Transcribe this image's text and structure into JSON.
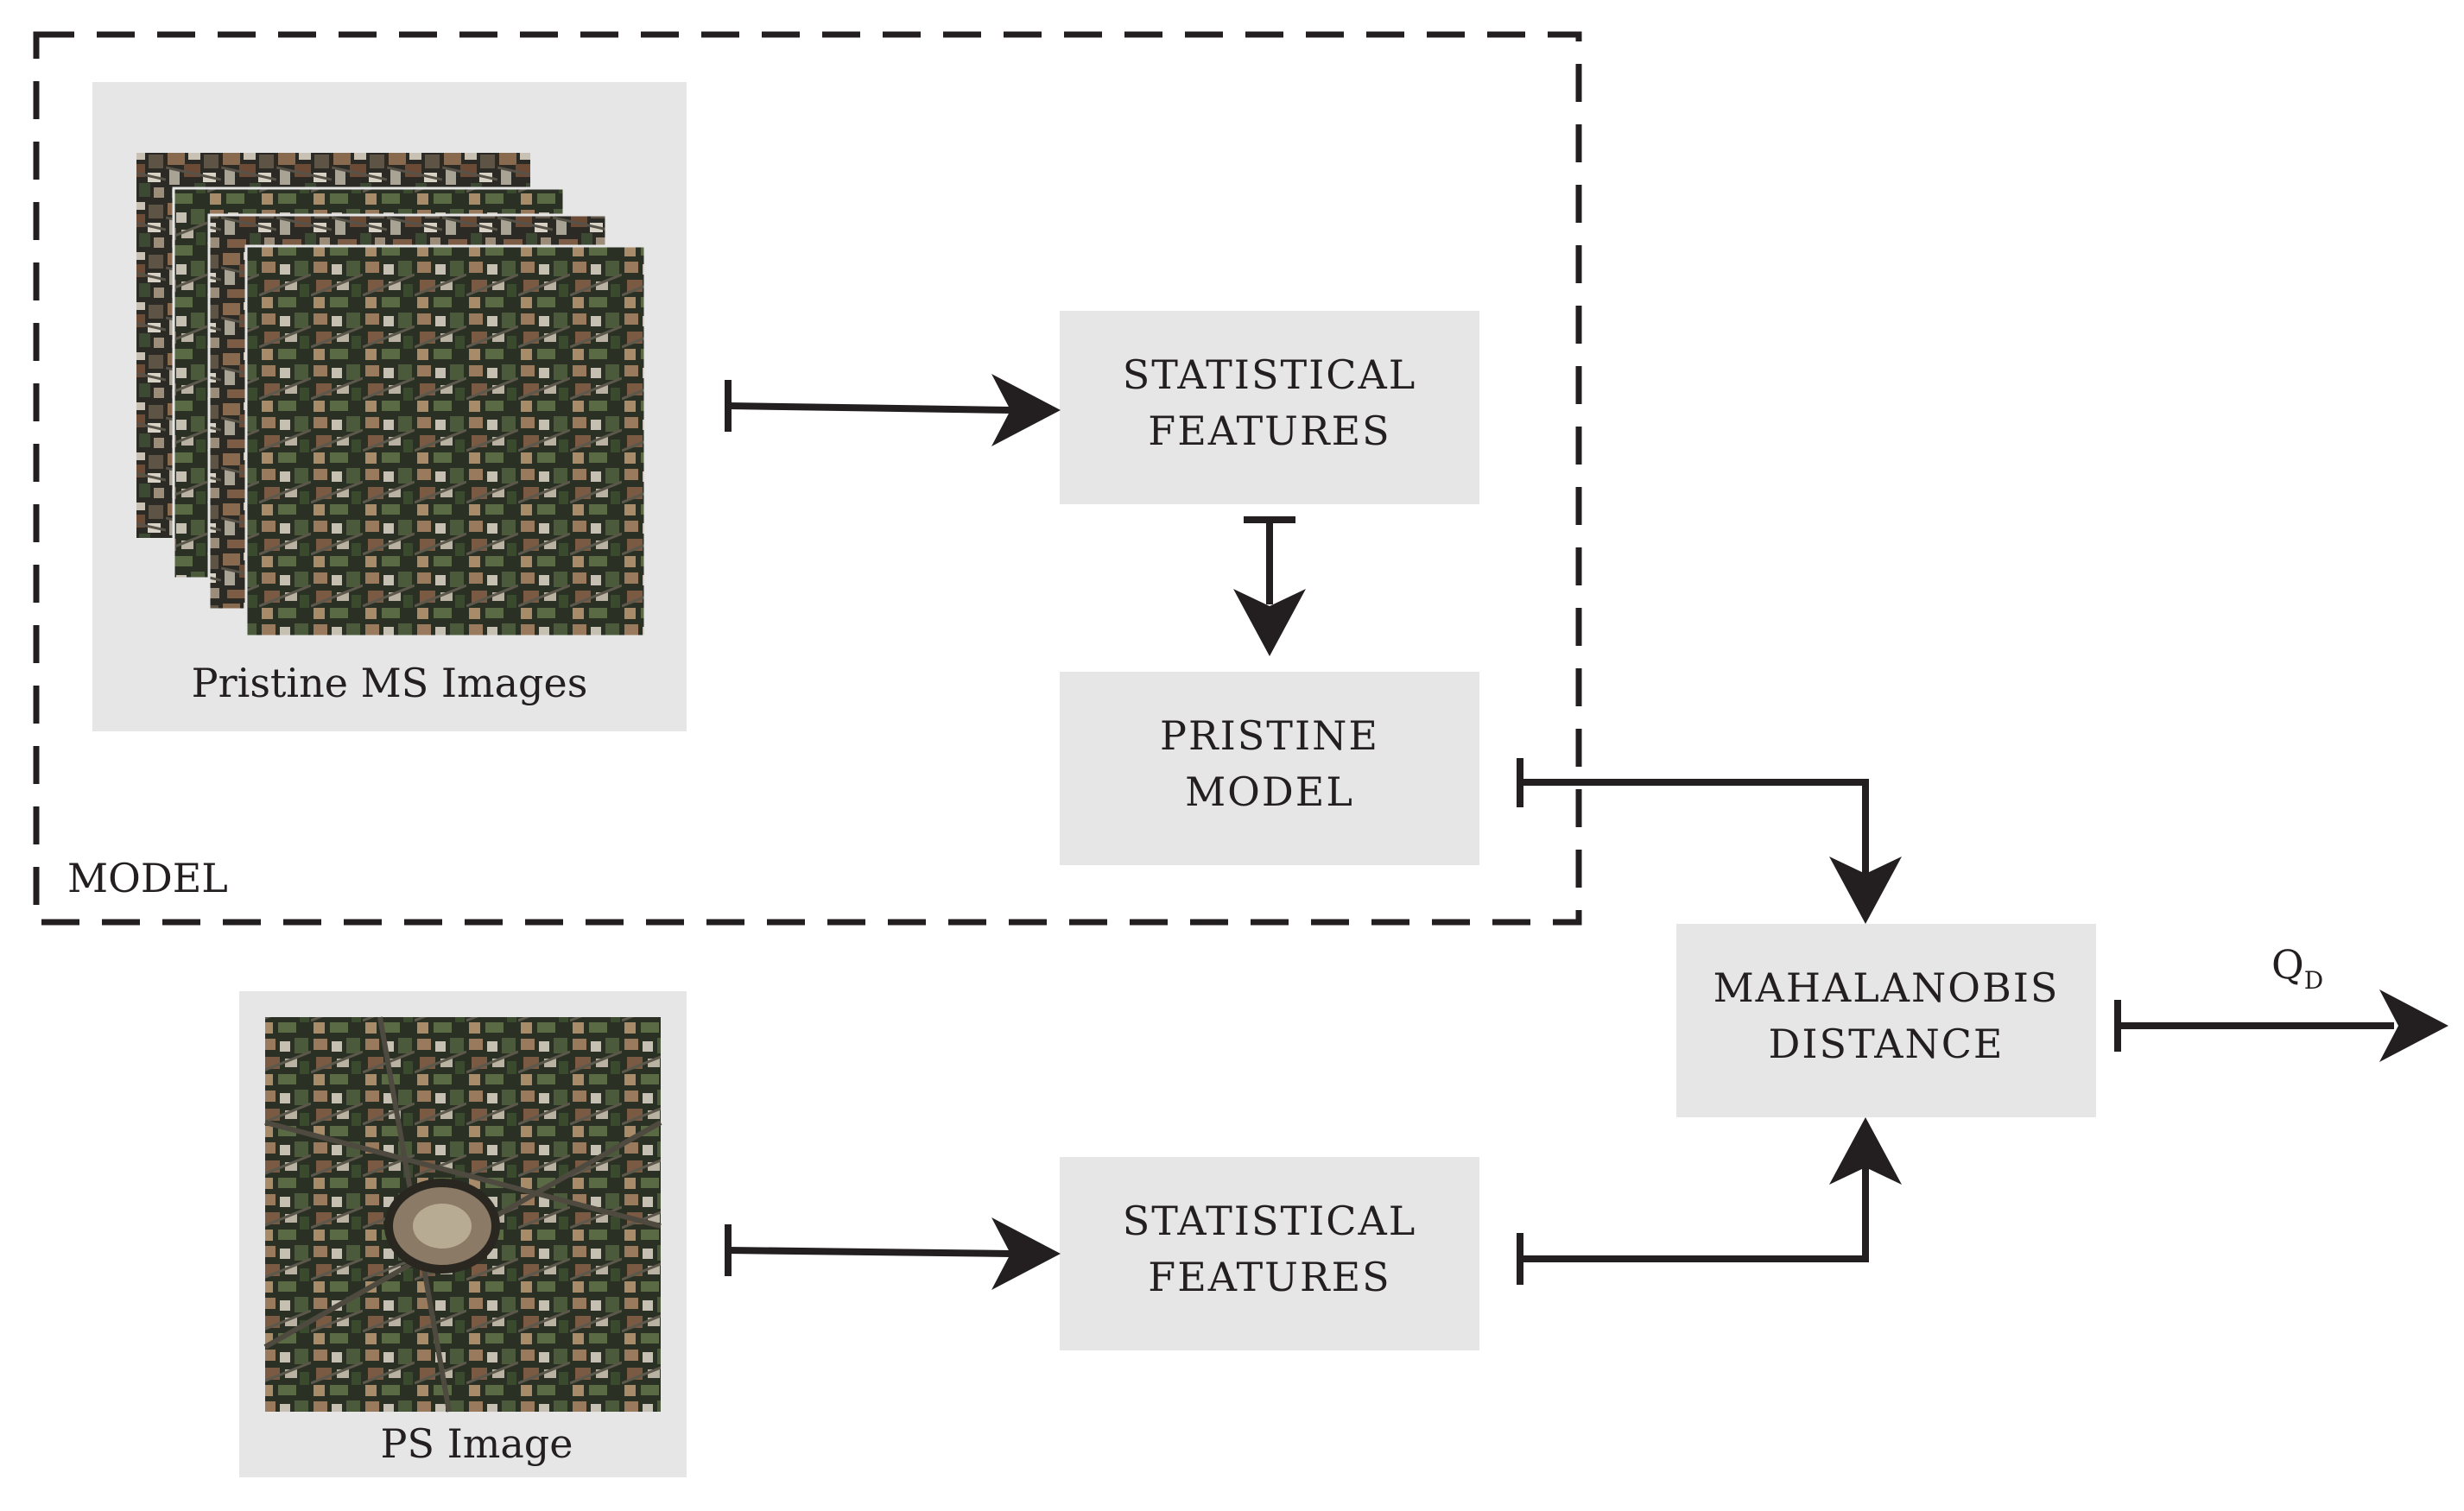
{
  "model_region": {
    "label": "MODEL"
  },
  "ms_panel": {
    "caption": "Pristine MS Images"
  },
  "ps_panel": {
    "caption": "PS Image"
  },
  "boxes": {
    "stat_features_top": {
      "line1": "STATISTICAL",
      "line2": "FEATURES"
    },
    "pristine_model": {
      "line1": "PRISTINE",
      "line2": "MODEL"
    },
    "stat_features_bottom": {
      "line1": "STATISTICAL",
      "line2": "FEATURES"
    },
    "mahalanobis": {
      "line1": "MAHALANOBIS",
      "line2": "DISTANCE"
    }
  },
  "output": {
    "symbol": "Q",
    "subscript": "D"
  },
  "colors": {
    "box_fill": "#e6e6e6",
    "stroke": "#231f20"
  }
}
